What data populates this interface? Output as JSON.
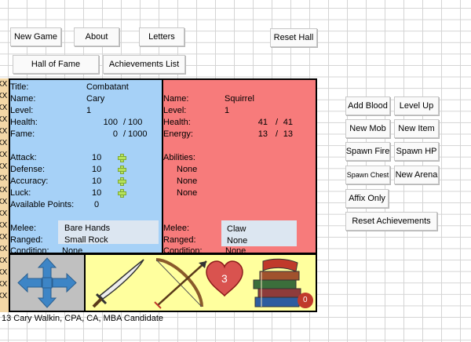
{
  "toolbar": {
    "new_game": "New Game",
    "about": "About",
    "letters": "Letters",
    "reset_hall": "Reset Hall",
    "hall_of_fame": "Hall of Fame",
    "achievements_list": "Achievements List"
  },
  "side_buttons": {
    "add_blood": "Add Blood",
    "level_up": "Level Up",
    "new_mob": "New Mob",
    "new_item": "New Item",
    "spawn_fire": "Spawn Fire",
    "spawn_hp": "Spawn HP",
    "spawn_chest": "Spawn Chest",
    "new_arena": "New Arena",
    "affix_only": "Affix Only",
    "reset_achievements": "Reset Achievements"
  },
  "filler": "XX",
  "player": {
    "title_label": "Title:",
    "title": "Combatant",
    "name_label": "Name:",
    "name": "Cary",
    "level_label": "Level:",
    "level": "1",
    "health_label": "Health:",
    "health_cur": "100",
    "health_sep": "/",
    "health_max": "100",
    "fame_label": "Fame:",
    "fame_cur": "0",
    "fame_sep": "/",
    "fame_max": "1000",
    "attack_label": "Attack:",
    "attack": "10",
    "defense_label": "Defense:",
    "defense": "10",
    "accuracy_label": "Accuracy:",
    "accuracy": "10",
    "luck_label": "Luck:",
    "luck": "10",
    "points_label": "Available Points:",
    "points": "0",
    "melee_label": "Melee:",
    "melee": "Bare Hands",
    "ranged_label": "Ranged:",
    "ranged": "Small Rock",
    "condition_label": "Condition:",
    "condition": "None"
  },
  "mob": {
    "name_label": "Name:",
    "name": "Squirrel",
    "level_label": "Level:",
    "level": "1",
    "health_label": "Health:",
    "health_cur": "41",
    "health_sep": "/",
    "health_max": "41",
    "energy_label": "Energy:",
    "energy_cur": "13",
    "energy_sep": "/",
    "energy_max": "13",
    "abilities_label": "Abilities:",
    "abilities": [
      "None",
      "None",
      "None"
    ],
    "melee_label": "Melee:",
    "melee": "Claw",
    "ranged_label": "Ranged:",
    "ranged": "None",
    "condition_label": "Condition:",
    "condition": "None"
  },
  "bottom": {
    "heart_count": "3",
    "books_count": "0"
  },
  "footer": "13 Cary Walkin, CPA, CA, MBA Candidate",
  "colors": {
    "player_panel": "#a6d1f7",
    "mob_panel": "#f77b7b",
    "bottom_panel": "#ffff9e",
    "dpad_bg": "#c0c0c0",
    "dpad_arrows": "#3d85c6",
    "heart": "#d9534f"
  },
  "icons": [
    "arrows-dpad-icon",
    "sword-icon",
    "bow-arrow-icon",
    "heart-icon",
    "books-icon",
    "shield-badge-icon",
    "plus-icon"
  ]
}
